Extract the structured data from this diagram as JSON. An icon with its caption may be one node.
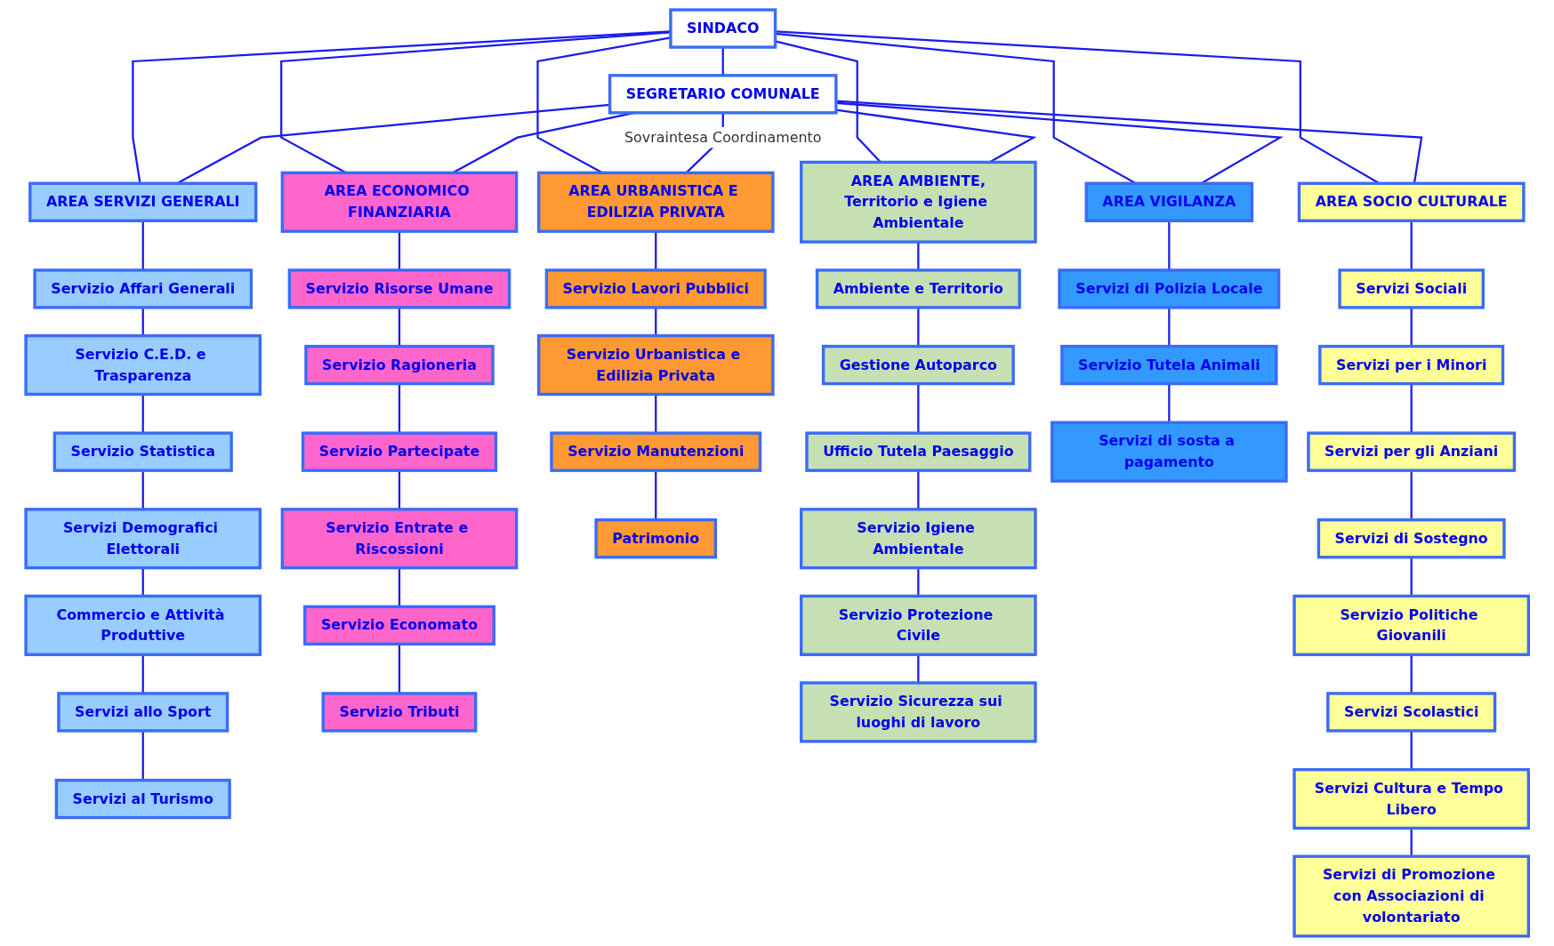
{
  "diagram": {
    "nodes": [
      {
        "text": [
          "SINDACO"
        ]
      },
      {
        "text": [
          "SEGRETARIO COMUNALE"
        ]
      },
      {
        "text": [
          "AREA SERVIZI GENERALI"
        ]
      },
      {
        "text": [
          "AREA ECONOMICO FINANZIARIA"
        ]
      },
      {
        "text": [
          "AREA URBANISTICA E EDILIZIA PRIVATA"
        ]
      },
      {
        "text": [
          "AREA AMBIENTE,",
          "Territorio e Igiene Ambientale"
        ]
      },
      {
        "text": [
          "AREA VIGILANZA"
        ]
      },
      {
        "text": [
          "AREA SOCIO CULTURALE"
        ]
      },
      {
        "text": [
          "Servizio Affari Generali"
        ]
      },
      {
        "text": [
          "Servizio C.E.D. e Trasparenza"
        ]
      },
      {
        "text": [
          "Servizio Statistica"
        ]
      },
      {
        "text": [
          "Servizi Demografici Elettorali"
        ]
      },
      {
        "text": [
          "Commercio e Attività Produttive"
        ]
      },
      {
        "text": [
          "Servizi allo Sport"
        ]
      },
      {
        "text": [
          "Servizi al Turismo"
        ]
      },
      {
        "text": [
          "Servizio Risorse Umane"
        ]
      },
      {
        "text": [
          "Servizio Ragioneria"
        ]
      },
      {
        "text": [
          "Servizio Partecipate"
        ]
      },
      {
        "text": [
          "Servizio Entrate e Riscossioni"
        ]
      },
      {
        "text": [
          "Servizio Economato"
        ]
      },
      {
        "text": [
          "Servizio Tributi"
        ]
      },
      {
        "text": [
          "Servizio Lavori Pubblici"
        ]
      },
      {
        "text": [
          "Servizio Urbanistica e Edilizia Privata"
        ]
      },
      {
        "text": [
          "Servizio Manutenzioni"
        ]
      },
      {
        "text": [
          "Patrimonio"
        ]
      },
      {
        "text": [
          "Ambiente e Territorio"
        ]
      },
      {
        "text": [
          "Gestione Autoparco"
        ]
      },
      {
        "text": [
          "Ufficio Tutela Paesaggio"
        ]
      },
      {
        "text": [
          "Servizio Igiene Ambientale"
        ]
      },
      {
        "text": [
          "Servizio Protezione Civile"
        ]
      },
      {
        "text": [
          "Servizio Sicurezza sui luoghi di lavoro"
        ]
      },
      {
        "text": [
          "Servizi di Polizia Locale"
        ]
      },
      {
        "text": [
          "Servizio Tutela Animali"
        ]
      },
      {
        "text": [
          "Servizi di sosta a pagamento"
        ]
      },
      {
        "text": [
          "Servizi Sociali"
        ]
      },
      {
        "text": [
          "Servizi per i Minori"
        ]
      },
      {
        "text": [
          "Servizi per gli Anziani"
        ]
      },
      {
        "text": [
          "Servizi di Sostegno"
        ]
      },
      {
        "text": [
          "Servizio Politiche Giovanili"
        ]
      },
      {
        "text": [
          "Servizi Scolastici"
        ]
      },
      {
        "text": [
          "Servizi di Promozione con Associazioni di volontariato"
        ]
      },
      {
        "text": [
          "Servizi Cultura e Tempo Libero"
        ]
      }
    ],
    "edges": [
      {
        "from": 0,
        "to": 1,
        "arrow": "none"
      },
      {
        "from": 0,
        "to": 2,
        "arrow": "none"
      },
      {
        "from": 0,
        "to": 3,
        "arrow": "none"
      },
      {
        "from": 0,
        "to": 4,
        "arrow": "none"
      },
      {
        "from": 0,
        "to": 5,
        "arrow": "none"
      },
      {
        "from": 0,
        "to": 6,
        "arrow": "none"
      },
      {
        "from": 0,
        "to": 7,
        "arrow": "none"
      },
      {
        "from": 1,
        "to": 2,
        "arrow": "none"
      },
      {
        "from": 1,
        "to": 3,
        "arrow": "none"
      },
      {
        "from": 1,
        "to": 4,
        "arrow": "none",
        "label": "Sovraintesa Coordinamento"
      },
      {
        "from": 1,
        "to": 5,
        "arrow": "none"
      },
      {
        "from": 1,
        "to": 6,
        "arrow": "none"
      },
      {
        "from": 1,
        "to": 7,
        "arrow": "none"
      },
      {
        "from": 2,
        "to": 8,
        "arrow": "none"
      },
      {
        "from": 8,
        "to": 9,
        "arrow": "none"
      },
      {
        "from": 9,
        "to": 10,
        "arrow": "none"
      },
      {
        "from": 10,
        "to": 11,
        "arrow": "none"
      },
      {
        "from": 11,
        "to": 12,
        "arrow": "none"
      },
      {
        "from": 12,
        "to": 13,
        "arrow": "none"
      },
      {
        "from": 13,
        "to": 14,
        "arrow": "none"
      },
      {
        "from": 3,
        "to": 15,
        "arrow": "none"
      },
      {
        "from": 15,
        "to": 16,
        "arrow": "none"
      },
      {
        "from": 16,
        "to": 17,
        "arrow": "none"
      },
      {
        "from": 17,
        "to": 18,
        "arrow": "none"
      },
      {
        "from": 18,
        "to": 19,
        "arrow": "none"
      },
      {
        "from": 19,
        "to": 20,
        "arrow": "none"
      },
      {
        "from": 4,
        "to": 21,
        "arrow": "none"
      },
      {
        "from": 21,
        "to": 22,
        "arrow": "none"
      },
      {
        "from": 22,
        "to": 23,
        "arrow": "none"
      },
      {
        "from": 23,
        "to": 24,
        "arrow": "none"
      },
      {
        "from": 5,
        "to": 25,
        "arrow": "none"
      },
      {
        "from": 25,
        "to": 26,
        "arrow": "none"
      },
      {
        "from": 26,
        "to": 27,
        "arrow": "none"
      },
      {
        "from": 27,
        "to": 28,
        "arrow": "none"
      },
      {
        "from": 28,
        "to": 29,
        "arrow": "none"
      },
      {
        "from": 29,
        "to": 30,
        "arrow": "none"
      },
      {
        "from": 6,
        "to": 31,
        "arrow": "none"
      },
      {
        "from": 31,
        "to": 32,
        "arrow": "none"
      },
      {
        "from": 32,
        "to": 33,
        "arrow": "none"
      },
      {
        "from": 7,
        "to": 34,
        "arrow": "none"
      },
      {
        "from": 34,
        "to": 35,
        "arrow": "none"
      },
      {
        "from": 35,
        "to": 36,
        "arrow": "none"
      },
      {
        "from": 36,
        "to": 37,
        "arrow": "none"
      },
      {
        "from": 37,
        "to": 38,
        "arrow": "none"
      },
      {
        "from": 38,
        "to": 39,
        "arrow": "none"
      },
      {
        "from": 39,
        "to": 41,
        "arrow": "none"
      },
      {
        "from": 41,
        "to": 40,
        "arrow": "none"
      }
    ]
  }
}
